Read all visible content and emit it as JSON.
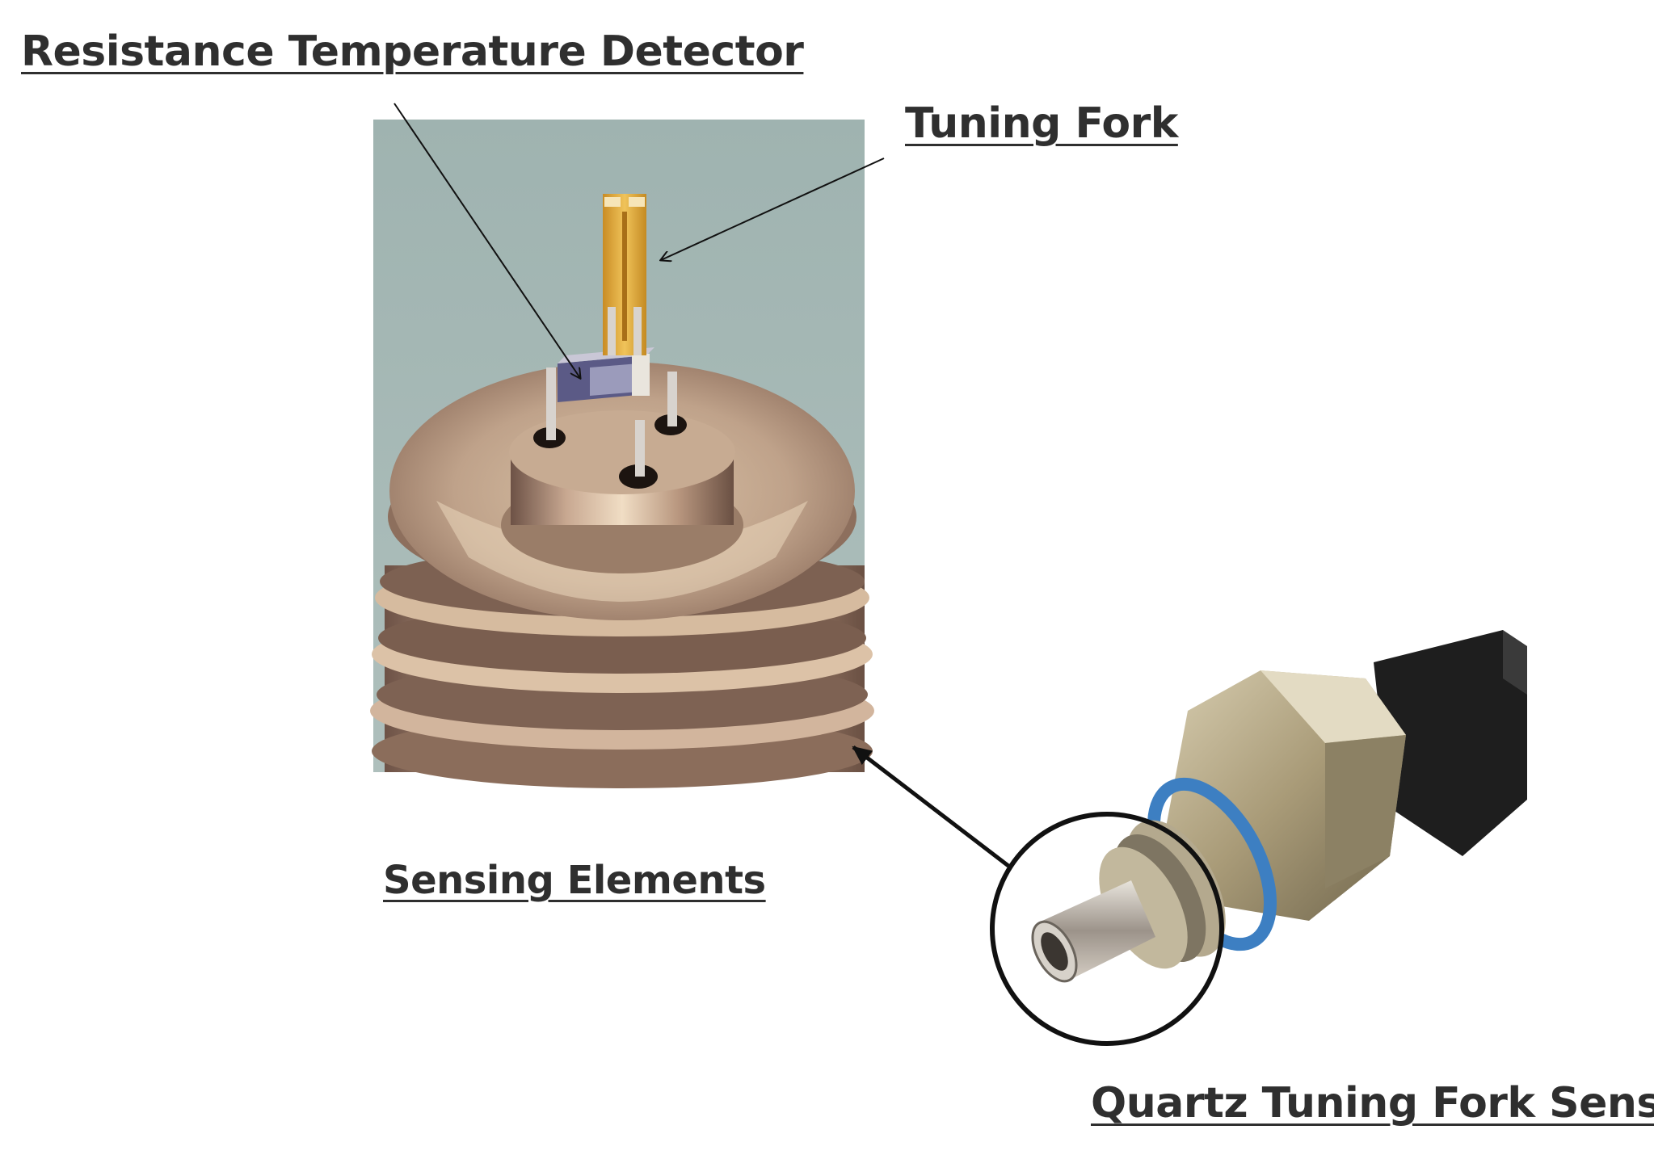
{
  "labels": {
    "rtd": "Resistance Temperature Detector",
    "tuning_fork": "Tuning Fork",
    "sensing_elements": "Sensing Elements",
    "quartz_sensor": "Quartz Tuning Fork Sensor"
  },
  "colors": {
    "label_text": "#2f2f2f",
    "photo_background": "#9fb3b0",
    "metal_light": "#d8c3a8",
    "metal_dark": "#7a5e4e",
    "fork_gold": "#e0a93a",
    "o_ring_blue": "#3d7fc2",
    "connector_black": "#1e1e1e"
  }
}
